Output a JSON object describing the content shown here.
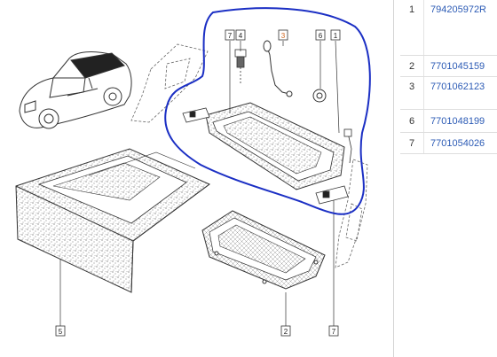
{
  "diagram": {
    "callouts": [
      {
        "id": "c7a",
        "label": "7"
      },
      {
        "id": "c4",
        "label": "4"
      },
      {
        "id": "c3",
        "label": "3"
      },
      {
        "id": "c6",
        "label": "6"
      },
      {
        "id": "c1",
        "label": "1"
      },
      {
        "id": "c5",
        "label": "5"
      },
      {
        "id": "c2",
        "label": "2"
      },
      {
        "id": "c7b",
        "label": "7"
      }
    ]
  },
  "parts": [
    {
      "index": "1",
      "number": "794205972R"
    },
    {
      "index": "2",
      "number": "7701045159"
    },
    {
      "index": "3",
      "number": "7701062123"
    },
    {
      "index": "6",
      "number": "7701048199"
    },
    {
      "index": "7",
      "number": "7701054026"
    }
  ],
  "colors": {
    "link": "#2c5bb5",
    "annotation": "#1b2fc4",
    "line": "#333333"
  }
}
